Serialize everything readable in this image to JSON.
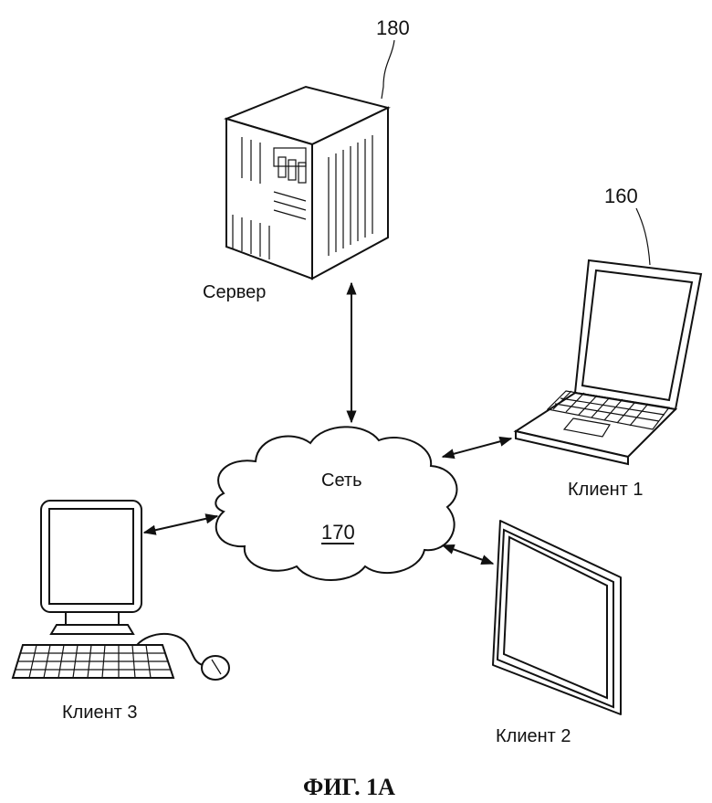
{
  "server": {
    "label": "Сервер",
    "ref": "180"
  },
  "network": {
    "label": "Сеть",
    "ref": "170"
  },
  "client1": {
    "label": "Клиент 1",
    "ref": "160"
  },
  "client2": {
    "label": "Клиент 2"
  },
  "client3": {
    "label": "Клиент 3"
  },
  "caption": "ФИГ. 1А"
}
